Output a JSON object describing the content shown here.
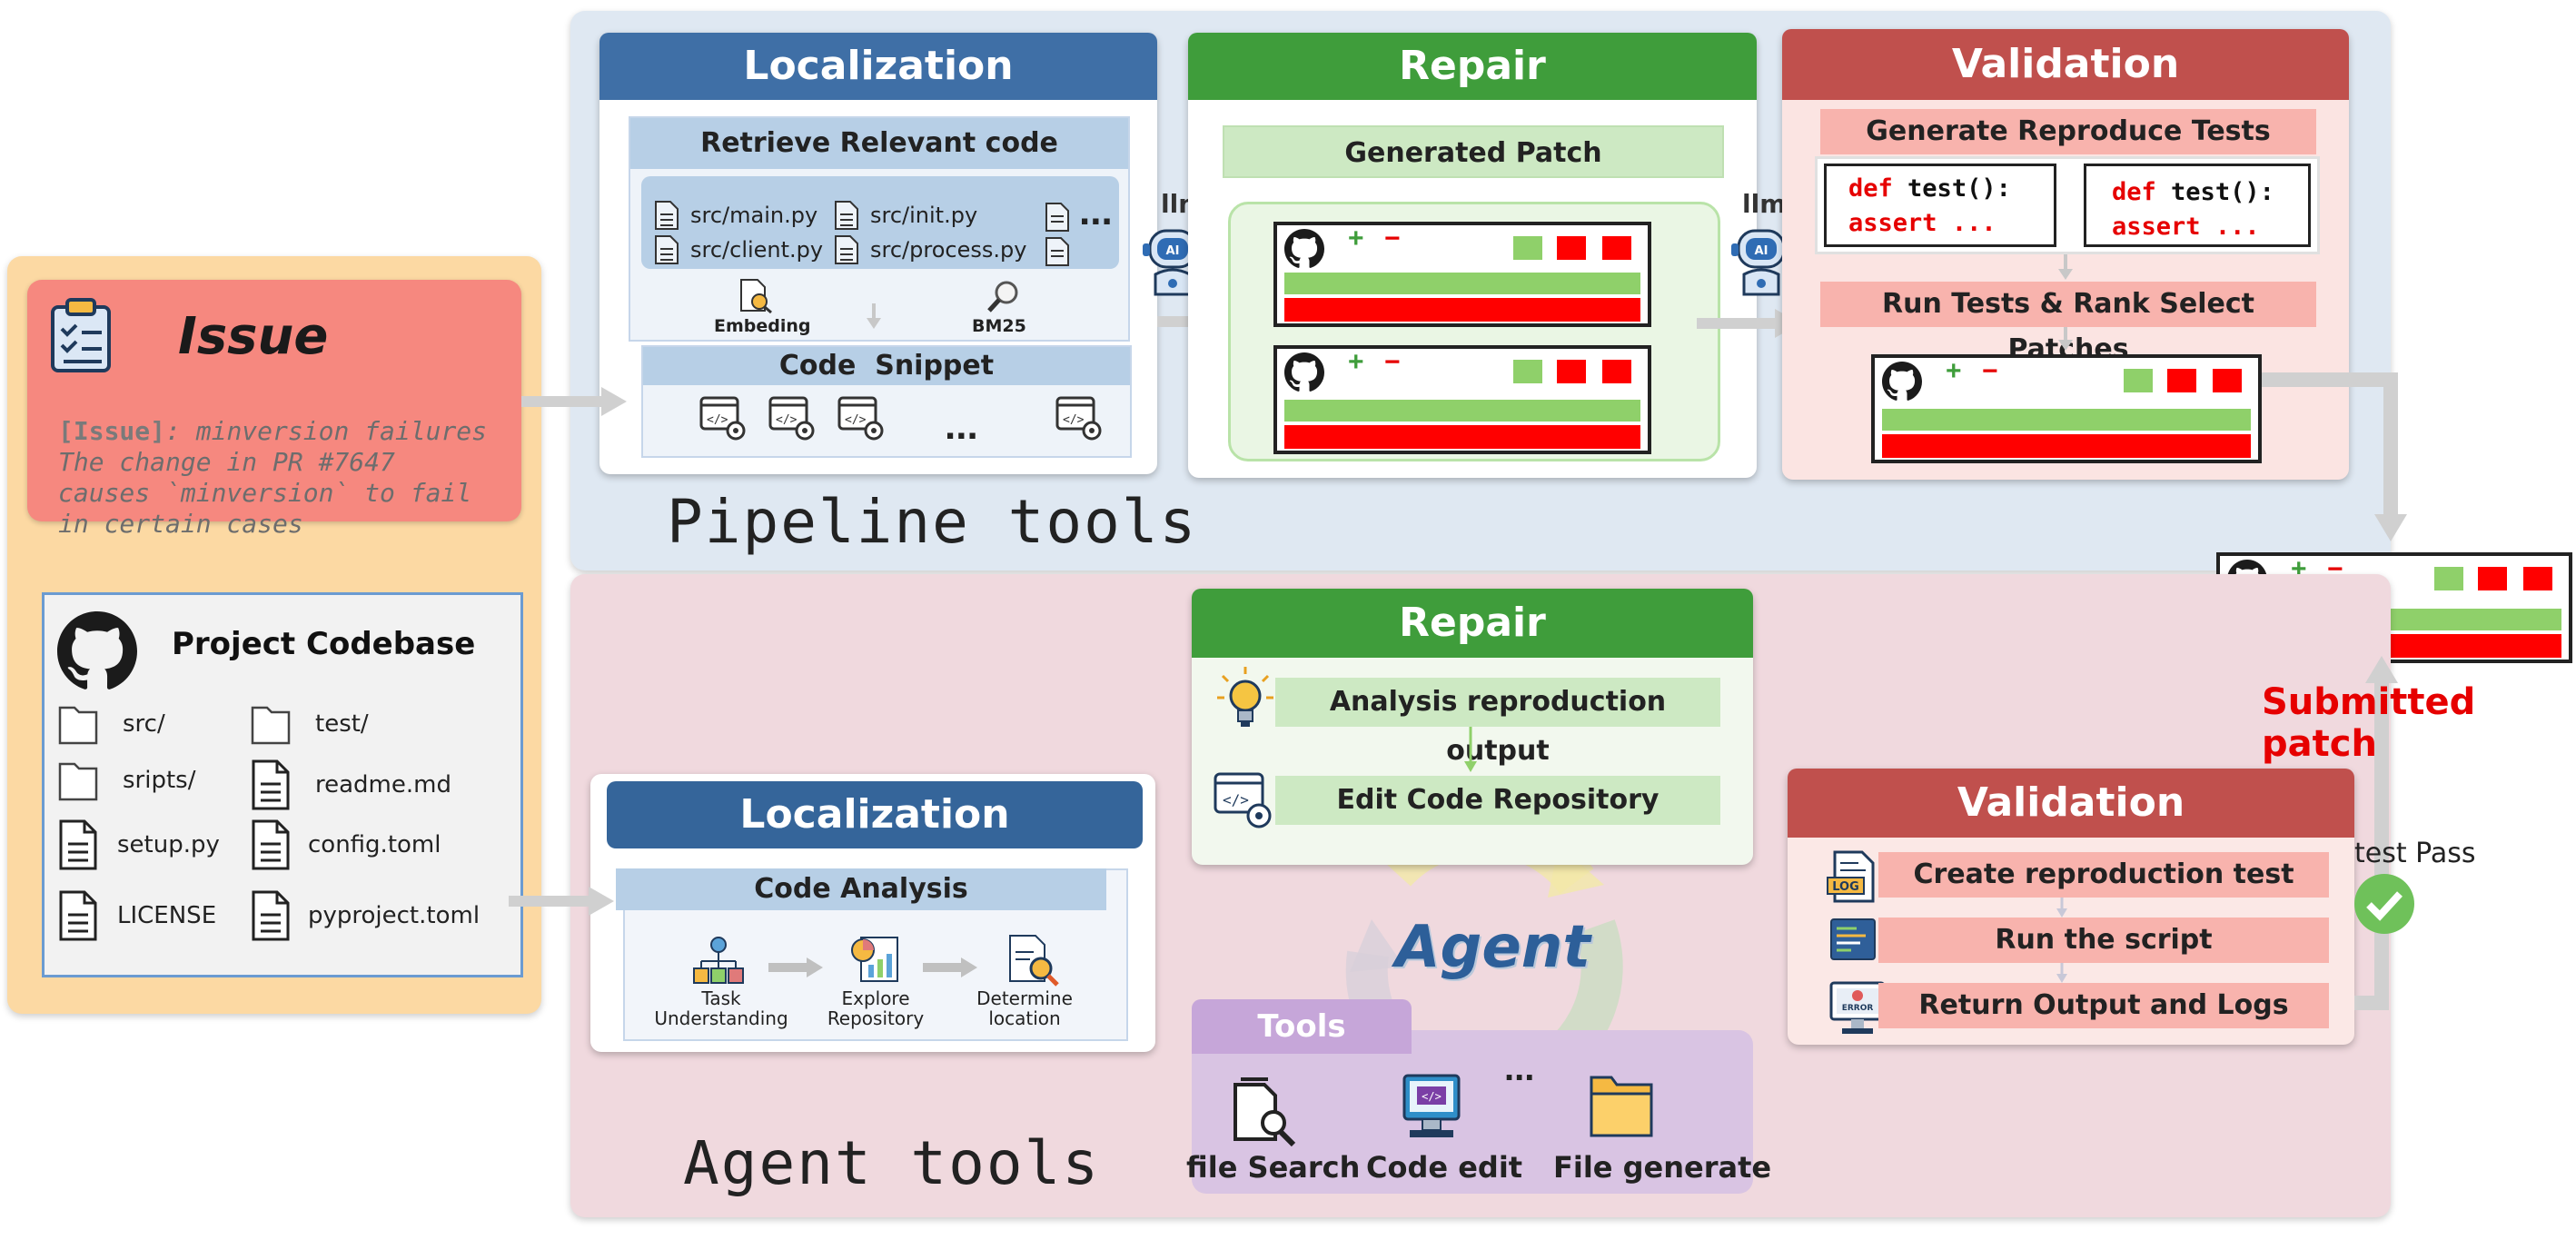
{
  "colors": {
    "issue_panel": "#fcd9a3",
    "issue_box": "#f6887f",
    "pipeline_bg": "#dfe8f2",
    "agent_bg": "#f0d9de",
    "loc_header": "#3f6fa6",
    "repair_header": "#3f9d3b",
    "valid_header": "#c0504d",
    "patch_green": "#8fd06a",
    "patch_red": "#ff0000",
    "submitted_red": "#e60000"
  },
  "issue": {
    "title": "Issue",
    "tag": "[Issue]",
    "line1": ": minversion failures",
    "line2": "The change in PR #7647",
    "line3": "causes `minversion` to fail",
    "line4": "in certain cases"
  },
  "codebase": {
    "title": "Project Codebase",
    "files": [
      {
        "name": "src/",
        "icon": "folder-icon"
      },
      {
        "name": "test/",
        "icon": "folder-icon"
      },
      {
        "name": "sripts/",
        "icon": "folder-icon"
      },
      {
        "name": "readme.md",
        "icon": "file-icon"
      },
      {
        "name": "setup.py",
        "icon": "file-icon"
      },
      {
        "name": "config.toml",
        "icon": "file-icon"
      },
      {
        "name": "LICENSE",
        "icon": "file-icon"
      },
      {
        "name": "pyproject.toml",
        "icon": "file-icon"
      }
    ]
  },
  "pipeline": {
    "label": "Pipeline tools",
    "llm": "llm",
    "localization": {
      "title": "Localization",
      "retrieve": "Retrieve Relevant code",
      "files": [
        "src/main.py",
        "src/init.py",
        "src/client.py",
        "src/process.py"
      ],
      "more": "...",
      "embedding": "Embeding",
      "bm25": "BM25",
      "snippet": "Code  Snippet",
      "snippet_more": "..."
    },
    "repair": {
      "title": "Repair",
      "generated": "Generated Patch"
    },
    "validation": {
      "title": "Validation",
      "generate": "Generate Reproduce Tests",
      "test_def": "def",
      "test_sig": "test():",
      "test_assert": "assert",
      "test_dots": "...",
      "run": "Run Tests & Rank Select Patches"
    }
  },
  "patch_signs": {
    "plus": "+",
    "minus": "−"
  },
  "submitted": {
    "label": "Submitted patch",
    "test_pass": "test Pass"
  },
  "agent": {
    "label": "Agent tools",
    "center": "Agent",
    "localization": {
      "title": "Localization",
      "analysis": "Code Analysis",
      "steps": [
        "Task\nUnderstanding",
        "Explore\nRepository",
        "Determine\nlocation"
      ]
    },
    "repair": {
      "title": "Repair",
      "step1": "Analysis reproduction output",
      "step2": "Edit Code Repository"
    },
    "validation": {
      "title": "Validation",
      "step1": "Create reproduction test",
      "step2": "Run the script",
      "step3": "Return Output and Logs"
    },
    "tools": {
      "title": "Tools",
      "items": [
        "file Search",
        "Code edit",
        "File generate"
      ],
      "more": "..."
    }
  }
}
